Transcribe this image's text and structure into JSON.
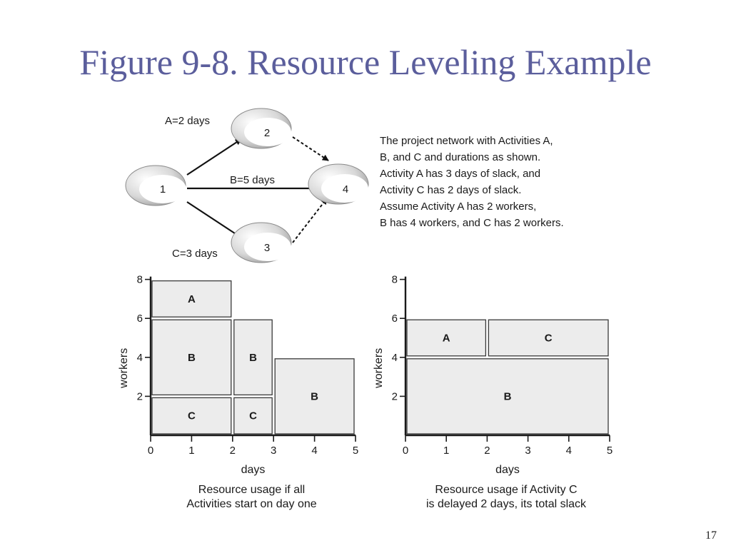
{
  "slide": {
    "title": "Figure 9-8. Resource Leveling Example",
    "number": "17"
  },
  "network": {
    "nodes": [
      {
        "id": "1",
        "label": "1"
      },
      {
        "id": "2",
        "label": "2"
      },
      {
        "id": "3",
        "label": "3"
      },
      {
        "id": "4",
        "label": "4"
      }
    ],
    "edges": [
      {
        "from": "1",
        "to": "2",
        "label": "A=2 days",
        "style": "solid"
      },
      {
        "from": "1",
        "to": "4",
        "label": "B=5 days",
        "style": "solid"
      },
      {
        "from": "1",
        "to": "3",
        "label": "C=3 days",
        "style": "solid"
      },
      {
        "from": "2",
        "to": "4",
        "label": "",
        "style": "dashed"
      },
      {
        "from": "3",
        "to": "4",
        "label": "",
        "style": "dashed"
      }
    ],
    "description": [
      "The project network with Activities A,",
      "B, and C and durations as shown.",
      "Activity A has 3 days of slack, and",
      "Activity C has 2 days of slack.",
      "Assume Activity A has  2 workers,",
      "B has 4 workers, and C has 2 workers."
    ]
  },
  "charts": [
    {
      "xlabel": "days",
      "ylabel": "workers",
      "x_ticks": [
        "0",
        "1",
        "2",
        "3",
        "4",
        "5"
      ],
      "y_ticks": [
        "2",
        "4",
        "6",
        "8"
      ],
      "xlim": [
        0,
        5
      ],
      "ylim": [
        0,
        8
      ],
      "caption": [
        "Resource usage if all",
        "Activities start on day one"
      ],
      "blocks": [
        {
          "label": "C",
          "x0": 0,
          "x1": 2,
          "y0": 0,
          "y1": 2
        },
        {
          "label": "B",
          "x0": 0,
          "x1": 2,
          "y0": 2,
          "y1": 6
        },
        {
          "label": "A",
          "x0": 0,
          "x1": 2,
          "y0": 6,
          "y1": 8
        },
        {
          "label": "C",
          "x0": 2,
          "x1": 3,
          "y0": 0,
          "y1": 2
        },
        {
          "label": "B",
          "x0": 2,
          "x1": 3,
          "y0": 2,
          "y1": 6
        },
        {
          "label": "B",
          "x0": 3,
          "x1": 5,
          "y0": 0,
          "y1": 4
        }
      ]
    },
    {
      "xlabel": "days",
      "ylabel": "workers",
      "x_ticks": [
        "0",
        "1",
        "2",
        "3",
        "4",
        "5"
      ],
      "y_ticks": [
        "2",
        "4",
        "6",
        "8"
      ],
      "xlim": [
        0,
        5
      ],
      "ylim": [
        0,
        8
      ],
      "caption": [
        "Resource usage if Activity C",
        "is delayed 2 days, its total slack"
      ],
      "blocks": [
        {
          "label": "B",
          "x0": 0,
          "x1": 5,
          "y0": 0,
          "y1": 4
        },
        {
          "label": "A",
          "x0": 0,
          "x1": 2,
          "y0": 4,
          "y1": 6
        },
        {
          "label": "C",
          "x0": 2,
          "x1": 5,
          "y0": 4,
          "y1": 6
        }
      ]
    }
  ]
}
